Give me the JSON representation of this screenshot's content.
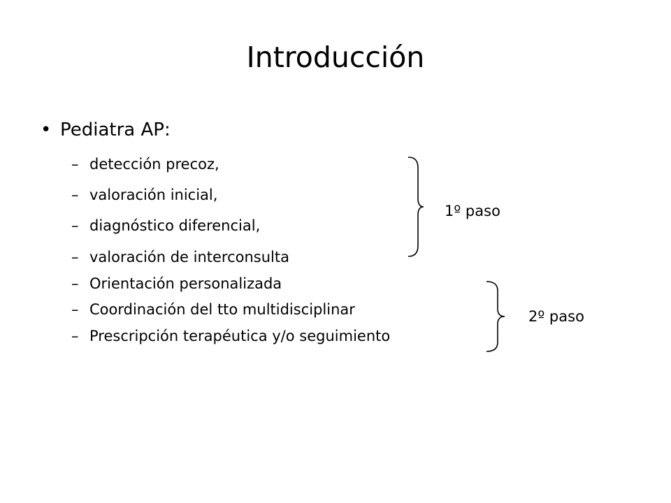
{
  "slide": {
    "title": "Introducción",
    "bullet": {
      "marker": "•",
      "text": "Pediatra AP:"
    },
    "sub_marker": "–",
    "items": [
      "detección precoz,",
      "valoración inicial,",
      "diagnóstico diferencial,",
      "valoración de interconsulta",
      "Orientación personalizada",
      "Coordinación del tto multidisciplinar",
      "Prescripción terapéutica y/o seguimiento"
    ],
    "groups": [
      {
        "label": "1º paso"
      },
      {
        "label": "2º paso"
      }
    ]
  }
}
